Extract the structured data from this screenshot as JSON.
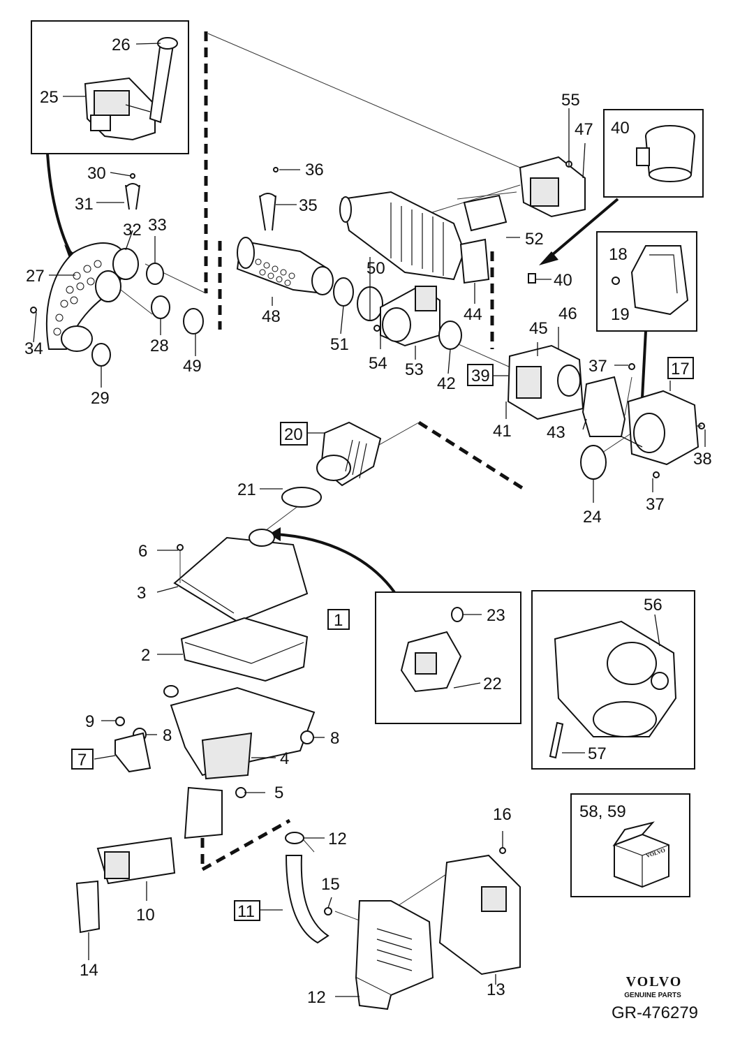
{
  "diagram": {
    "reference": "GR-476279",
    "brand": {
      "name": "VOLVO",
      "tagline": "GENUINE PARTS"
    },
    "part_numbers": [
      "1",
      "2",
      "3",
      "4",
      "5",
      "6",
      "7",
      "8",
      "9",
      "10",
      "11",
      "12",
      "13",
      "14",
      "15",
      "16",
      "17",
      "18",
      "19",
      "20",
      "21",
      "22",
      "23",
      "24",
      "25",
      "26",
      "27",
      "28",
      "29",
      "30",
      "31",
      "32",
      "33",
      "34",
      "35",
      "36",
      "37",
      "38",
      "39",
      "40",
      "41",
      "42",
      "43",
      "44",
      "45",
      "46",
      "47",
      "48",
      "49",
      "50",
      "51",
      "52",
      "53",
      "54",
      "55",
      "56",
      "57",
      "58, 59"
    ],
    "boxed_numbers": [
      "1",
      "7",
      "11",
      "17",
      "20",
      "39"
    ],
    "package_label": "VOLVO",
    "colors": {
      "line": "#111111",
      "fill": "#ffffff",
      "shade": "#e8e8e8"
    }
  }
}
